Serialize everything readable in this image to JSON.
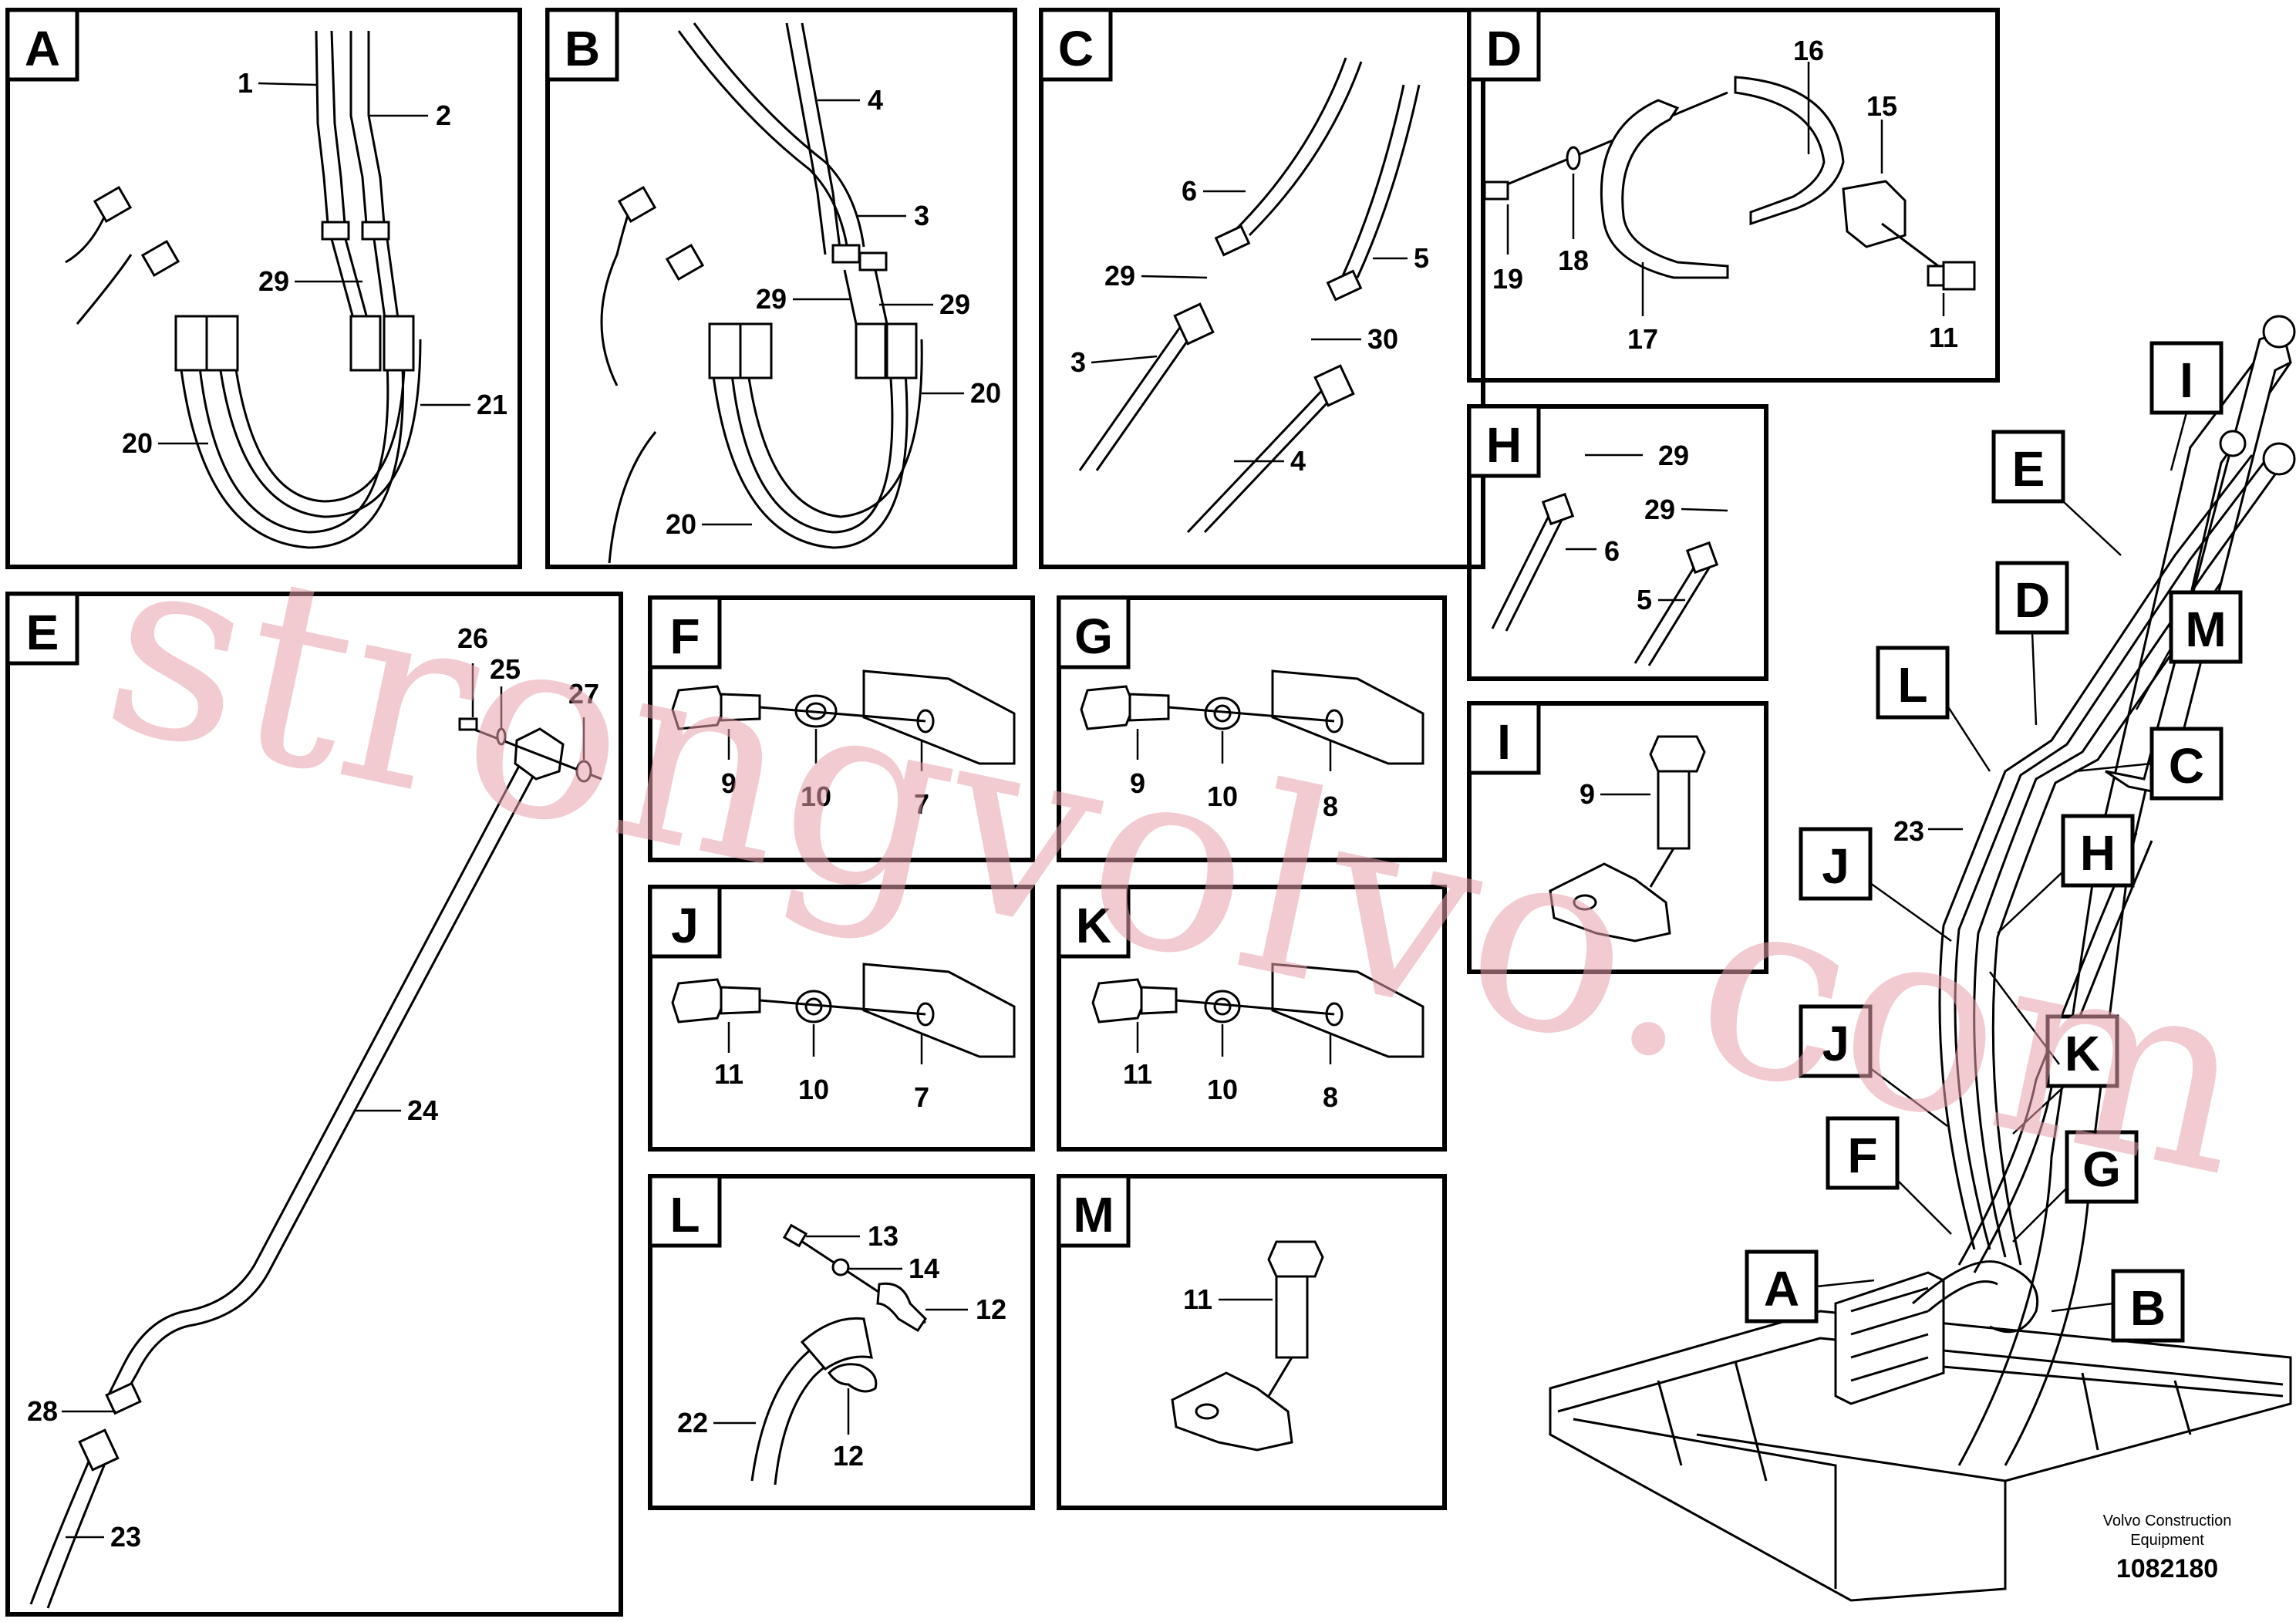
{
  "watermark": "strongvolvo.com",
  "panels": [
    {
      "id": "A",
      "labels": [
        "1",
        "2",
        "29",
        "20",
        "21"
      ]
    },
    {
      "id": "B",
      "labels": [
        "4",
        "3",
        "29",
        "29",
        "20",
        "20"
      ]
    },
    {
      "id": "C",
      "labels": [
        "6",
        "29",
        "3",
        "5",
        "30",
        "4"
      ]
    },
    {
      "id": "D",
      "labels": [
        "16",
        "15",
        "19",
        "18",
        "17",
        "11"
      ]
    },
    {
      "id": "E",
      "labels": [
        "26",
        "25",
        "27",
        "24",
        "28",
        "23"
      ]
    },
    {
      "id": "F",
      "labels": [
        "9",
        "10",
        "7"
      ]
    },
    {
      "id": "G",
      "labels": [
        "9",
        "10",
        "8"
      ]
    },
    {
      "id": "H",
      "labels": [
        "29",
        "29",
        "6",
        "5"
      ]
    },
    {
      "id": "I",
      "labels": [
        "9"
      ]
    },
    {
      "id": "J",
      "labels": [
        "11",
        "10",
        "7"
      ]
    },
    {
      "id": "K",
      "labels": [
        "11",
        "10",
        "8"
      ]
    },
    {
      "id": "L",
      "labels": [
        "13",
        "14",
        "12",
        "22",
        "12"
      ]
    },
    {
      "id": "M",
      "labels": [
        "11"
      ]
    }
  ],
  "overview": {
    "callouts": [
      "I",
      "E",
      "D",
      "M",
      "L",
      "C",
      "23",
      "J",
      "H",
      "J",
      "K",
      "F",
      "G",
      "A",
      "B"
    ]
  },
  "credit": {
    "line1": "Volvo Construction",
    "line2": "Equipment"
  },
  "doc_number": "1082180"
}
